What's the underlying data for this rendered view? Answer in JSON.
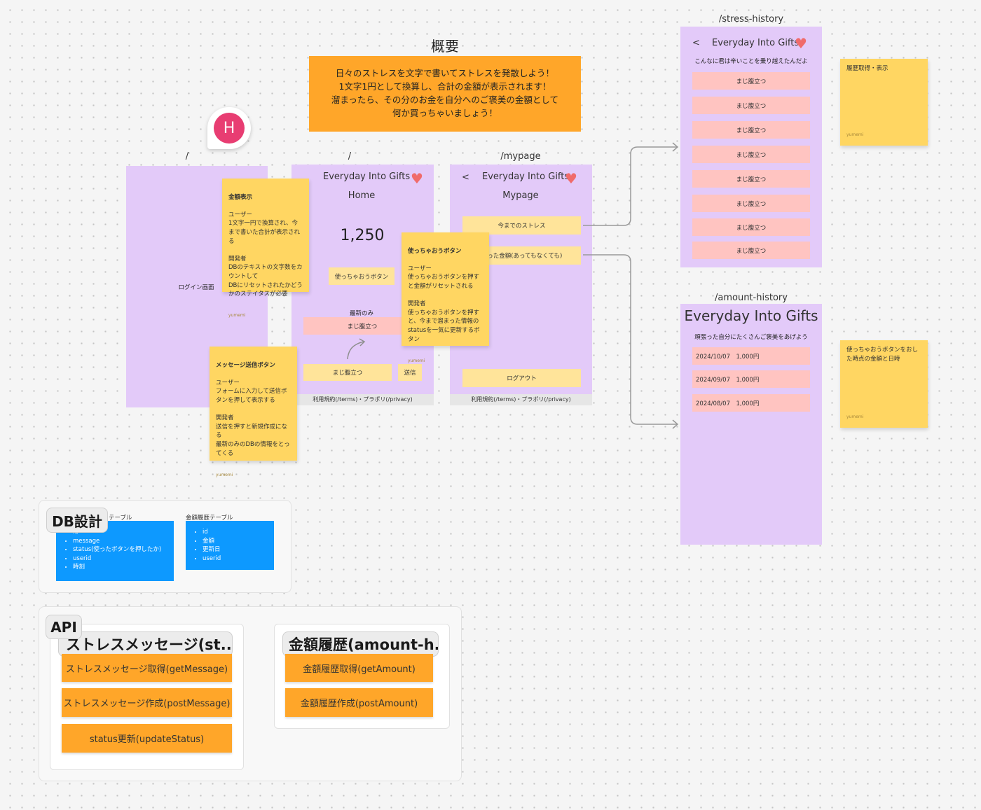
{
  "overview": {
    "title": "概要",
    "lines": [
      "日々のストレスを文字で書いてストレスを発散しよう！",
      "1文字1円として換算し、合計の金額が表示されます！",
      "溜まったら、その分のお金を自分へのご褒美の金額として",
      "何か買っちゃいましょう！"
    ]
  },
  "avatar": {
    "initial": "H",
    "color": "#e83d72"
  },
  "colors": {
    "frame": "#e3caf9",
    "sticky": "#ffd662",
    "orange": "#ffa629",
    "blue": "#0d99ff",
    "pink": "#ffc4c1",
    "yellow": "#ffe49a"
  },
  "login_screen": {
    "route": "/",
    "label": "ログイン画面"
  },
  "home_screen": {
    "route": "/",
    "app_title": "Everyday Into Gifts",
    "subtitle": "Home",
    "amount": "1,250",
    "use_button": "使っちゃおうボタン",
    "latest_label": "最新のみ",
    "latest_message": "まじ腹立つ",
    "input_value": "まじ腹立つ",
    "send_button": "送信",
    "footer": "利用規約(/terms)・プラポリ(/privacy)"
  },
  "mypage_screen": {
    "route": "/mypage",
    "back": "<",
    "app_title": "Everyday Into Gifts",
    "subtitle": "Mypage",
    "stress_link": "今までのストレス",
    "amount_link": "使った金額(あってもなくても)",
    "logout": "ログアウト",
    "footer": "利用規約(/terms)・プラポリ(/privacy)"
  },
  "stress_history": {
    "route": "/stress-history",
    "back": "<",
    "app_title": "Everyday Into Gifts",
    "caption": "こんなに君は辛いことを乗り越えたんだよ",
    "items": [
      "まじ腹立つ",
      "まじ腹立つ",
      "まじ腹立つ",
      "まじ腹立つ",
      "まじ腹立つ",
      "まじ腹立つ",
      "まじ腹立つ",
      "まじ腹立つ"
    ]
  },
  "amount_history": {
    "route": "/amount-history",
    "app_title": "Everyday Into Gifts",
    "caption": "頑張った自分にたくさんご褒美をあげよう",
    "items": [
      "2024/10/07　1,000円",
      "2024/09/07　1,000円",
      "2024/08/07　1,000円"
    ]
  },
  "notes": {
    "amount_display": {
      "title": "金額表示",
      "body": "ユーザー\n1文字一円で換算され、今まで書いた合計が表示される\n\n開発者\nDBのテキストの文字数をカウントして\nDBにリセットされたかどうかのステイタスが必要",
      "author": "yumemi"
    },
    "use_button": {
      "title": "使っちゃおうボタン",
      "body": "ユーザー\n使っちゃおうボタンを押すと金額がリセットされる\n\n開発者\n使っちゃおうボタンを押すと、今まで溜まった情報のstatusを一気に更新するボタン",
      "author": "yumemi"
    },
    "send_button": {
      "title": "メッセージ送信ボタン",
      "body": "ユーザー\nフォームに入力して送信ボタンを押して表示する\n\n開発者\n送信を押すと新規作成になる\n最新のみのDBの情報をとってくる",
      "author": "yumemi"
    },
    "history_fetch": {
      "body": "履歴取得・表示",
      "author": "yumemi"
    },
    "amount_time": {
      "body": "使っちゃおうボタンをおした時点の金額と日時",
      "author": "yumemi"
    }
  },
  "db": {
    "tag": "DB設計",
    "message_table": {
      "title": "テーブル",
      "fields": [
        "id",
        "message",
        "status(使ったボタンを押したか)",
        "userid",
        "時刻"
      ]
    },
    "amount_table": {
      "title": "金額履歴テーブル",
      "fields": [
        "id",
        "金額",
        "更新日",
        "userid"
      ]
    }
  },
  "api": {
    "tag": "API",
    "stress_group": {
      "title": "ストレスメッセージ(st...",
      "buttons": [
        "ストレスメッセージ取得(getMessage)",
        "ストレスメッセージ作成(postMessage)",
        "status更新(updateStatus)"
      ]
    },
    "amount_group": {
      "title": "金額履歴(amount-h...",
      "buttons": [
        "金額履歴取得(getAmount)",
        "金額履歴作成(postAmount)"
      ]
    }
  }
}
